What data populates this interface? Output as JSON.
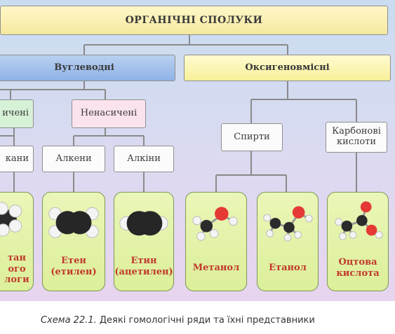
{
  "title": "ОРГАНІЧНІ СПОЛУКИ",
  "level1": {
    "hydrocarbons": "Вуглеводні",
    "oxygen": "Оксигеновмісні"
  },
  "level2": {
    "saturated": "ичені",
    "unsaturated": "Ненасичені",
    "alcohols": "Спирти",
    "acids_line1": "Карбонові",
    "acids_line2": "кислоти"
  },
  "level3": {
    "alkanes": "кани",
    "alkenes": "Алкени",
    "alkynes": "Алкіни"
  },
  "molecules": [
    {
      "line1": "тан",
      "line2": "ого",
      "line3": "логи"
    },
    {
      "line1": "Етен",
      "line2": "(етилен)"
    },
    {
      "line1": "Етин",
      "line2": "(ацетилен)"
    },
    {
      "line1": "Метанол"
    },
    {
      "line1": "Етанол"
    },
    {
      "line1": "Оцтова",
      "line2": "кислота"
    }
  ],
  "caption": {
    "prefix": "Схема 22.1.",
    "text": " Деякі гомологічні ряди та їхні представники"
  },
  "colors": {
    "label_red": "#c0392b",
    "card_green": "#dcef9a",
    "title_yellow": "#f6e9a0",
    "hydrocarbon_blue": "#8fb3e6",
    "oxygen_yellow": "#f7f09a"
  }
}
